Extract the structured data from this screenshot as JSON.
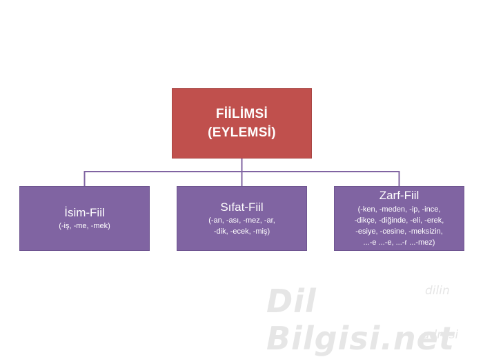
{
  "diagram": {
    "root": {
      "line1": "FİİLİMSİ",
      "line2": "(EYLEMSİ)"
    },
    "children": [
      {
        "title": "İsim-Fiil",
        "suffixes": [
          "(-iş, -me, -mek)"
        ]
      },
      {
        "title": "Sıfat-Fiil",
        "suffixes": [
          "(-an, -ası, -mez, -ar,",
          "-dik, -ecek, -miş)"
        ]
      },
      {
        "title": "Zarf-Fiil",
        "suffixes": [
          "(-ken, -meden, -ip, -ince,",
          "-dikçe, -diğinde, -eli, -erek,",
          "-esiye, -cesine, -meksizin,",
          "...-e ...-e, ...-r ...-mez)"
        ]
      }
    ]
  },
  "watermark": {
    "main": "Dil Bilgisi.net",
    "top": "dilin",
    "bottom": "adresi"
  },
  "colors": {
    "root": "#c0504d",
    "child": "#8064a2",
    "connector": "#8064a2"
  }
}
